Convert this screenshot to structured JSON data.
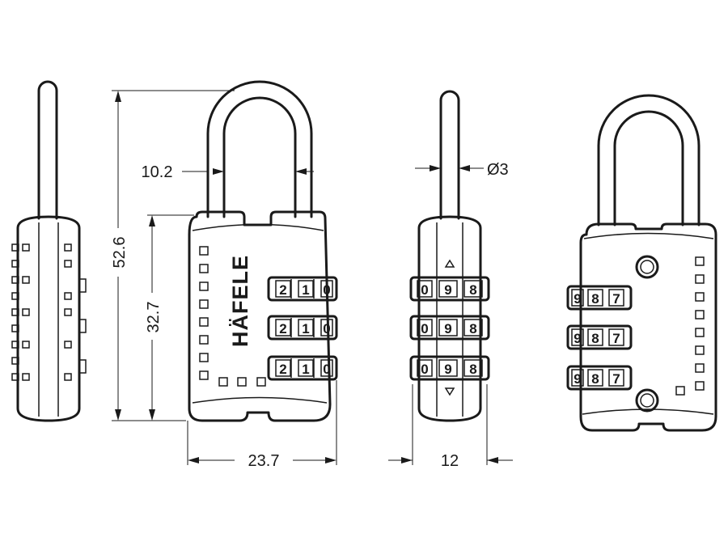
{
  "dimensions": {
    "shackle_inner_width": "10.2",
    "total_height": "52.6",
    "body_height": "32.7",
    "body_width": "23.7",
    "body_depth": "12",
    "shackle_diameter": "Ø3"
  },
  "brand": "HÄFELE",
  "dials": {
    "front": [
      "2",
      "1",
      "0"
    ],
    "side": [
      "0",
      "9",
      "8"
    ],
    "back": [
      "9",
      "8",
      "7"
    ]
  }
}
